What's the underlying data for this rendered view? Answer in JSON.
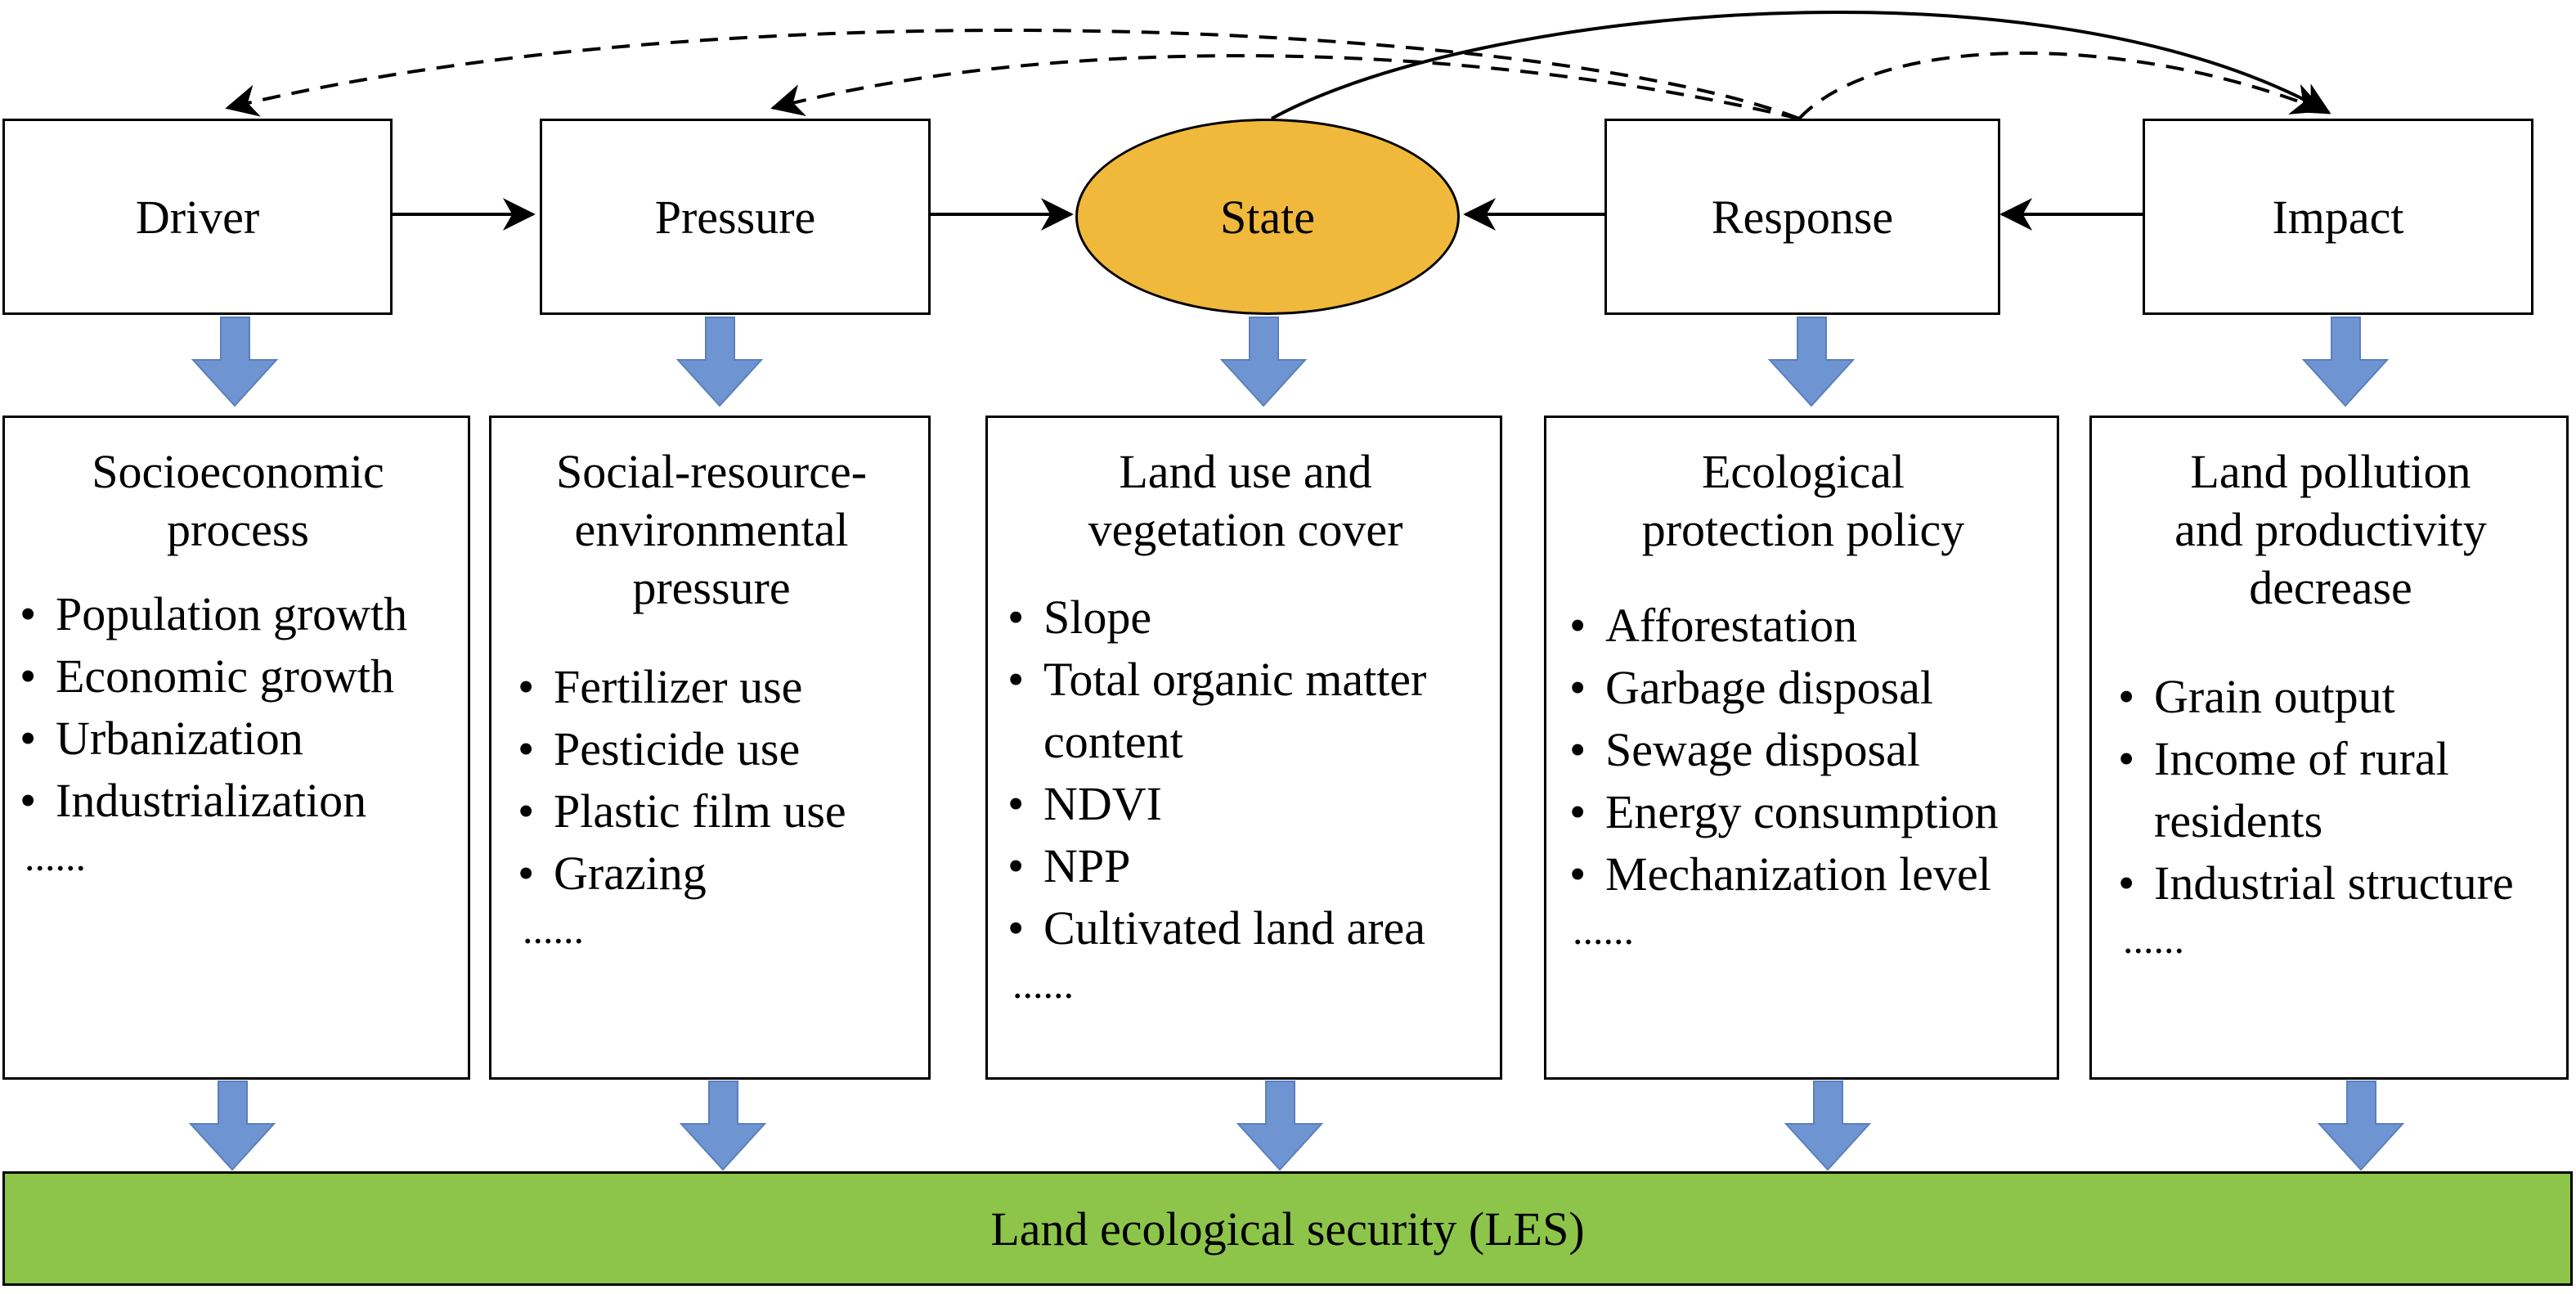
{
  "nodes": {
    "driver": "Driver",
    "pressure": "Pressure",
    "state": "State",
    "response": "Response",
    "impact": "Impact"
  },
  "panels": [
    {
      "title": [
        "Socioeconomic",
        "process"
      ],
      "items": [
        "Population growth",
        "Economic growth",
        "Urbanization",
        "Industrialization"
      ],
      "ellipsis": "......"
    },
    {
      "title": [
        "Social-resource-",
        "environmental",
        "pressure"
      ],
      "items": [
        "Fertilizer use",
        "Pesticide use",
        "Plastic film use",
        "Grazing"
      ],
      "ellipsis": "......"
    },
    {
      "title": [
        "Land use and",
        "vegetation cover"
      ],
      "items": [
        "Slope",
        "Total organic matter content",
        "NDVI",
        "NPP",
        "Cultivated land area"
      ],
      "ellipsis": "......"
    },
    {
      "title": [
        "Ecological",
        "protection policy"
      ],
      "items": [
        "Afforestation",
        "Garbage disposal",
        "Sewage disposal",
        "Energy consumption",
        "Mechanization level"
      ],
      "ellipsis": "......"
    },
    {
      "title": [
        "Land pollution",
        "and productivity",
        "decrease"
      ],
      "items": [
        "Grain output",
        "Income of rural residents",
        "Industrial structure"
      ],
      "ellipsis": "......"
    }
  ],
  "les": "Land ecological security (LES)",
  "colors": {
    "state_fill": "#f0b93b",
    "les_fill": "#8dc54b",
    "down_arrow": "#6e95d2"
  }
}
